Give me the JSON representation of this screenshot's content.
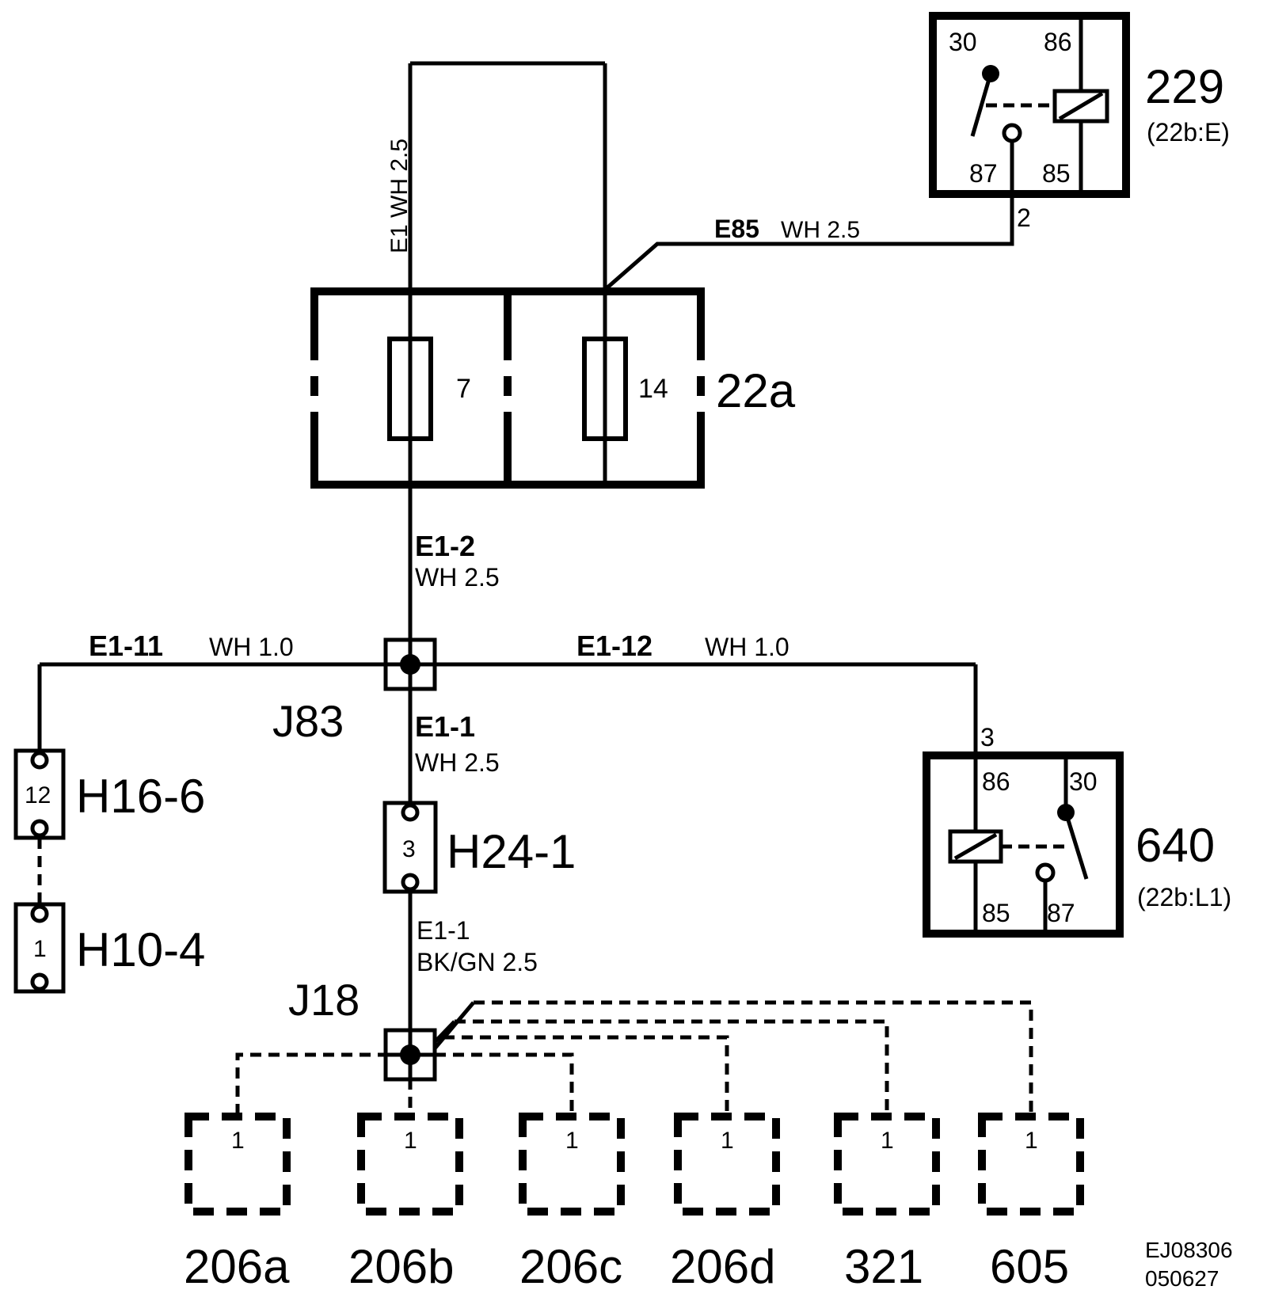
{
  "relays": {
    "r229": {
      "id": "229",
      "ref": "(22b:E)",
      "pins": [
        "30",
        "86",
        "87",
        "85"
      ],
      "wire_pin": "2"
    },
    "r640": {
      "id": "640",
      "ref": "(22b:L1)",
      "pins": [
        "86",
        "30",
        "85",
        "87"
      ],
      "wire_pin": "3"
    }
  },
  "fusebox": {
    "id": "22a",
    "fuses": [
      "7",
      "14"
    ]
  },
  "wires": {
    "e1_top": "E1 WH 2.5",
    "e85_code": "E85",
    "e85_spec": "WH 2.5",
    "e1_2_code": "E1-2",
    "e1_2_spec": "WH 2.5",
    "e1_11_code": "E1-11",
    "e1_11_spec": "WH 1.0",
    "e1_12_code": "E1-12",
    "e1_12_spec": "WH 1.0",
    "e1_1_code": "E1-1",
    "e1_1_spec": "WH 2.5",
    "e1_1b_code": "E1-1",
    "e1_1b_spec": "BK/GN  2.5"
  },
  "splices": {
    "j83": "J83",
    "j18": "J18"
  },
  "connectors": {
    "h16": {
      "id": "H16-6",
      "pin": "12"
    },
    "h10": {
      "id": "H10-4",
      "pin": "1"
    },
    "h24": {
      "id": "H24-1",
      "pin": "3"
    }
  },
  "components": [
    {
      "id": "206a",
      "pin": "1"
    },
    {
      "id": "206b",
      "pin": "1"
    },
    {
      "id": "206c",
      "pin": "1"
    },
    {
      "id": "206d",
      "pin": "1"
    },
    {
      "id": "321",
      "pin": "1"
    },
    {
      "id": "605",
      "pin": "1"
    }
  ],
  "footer": {
    "code": "EJ08306",
    "date": "050627"
  }
}
